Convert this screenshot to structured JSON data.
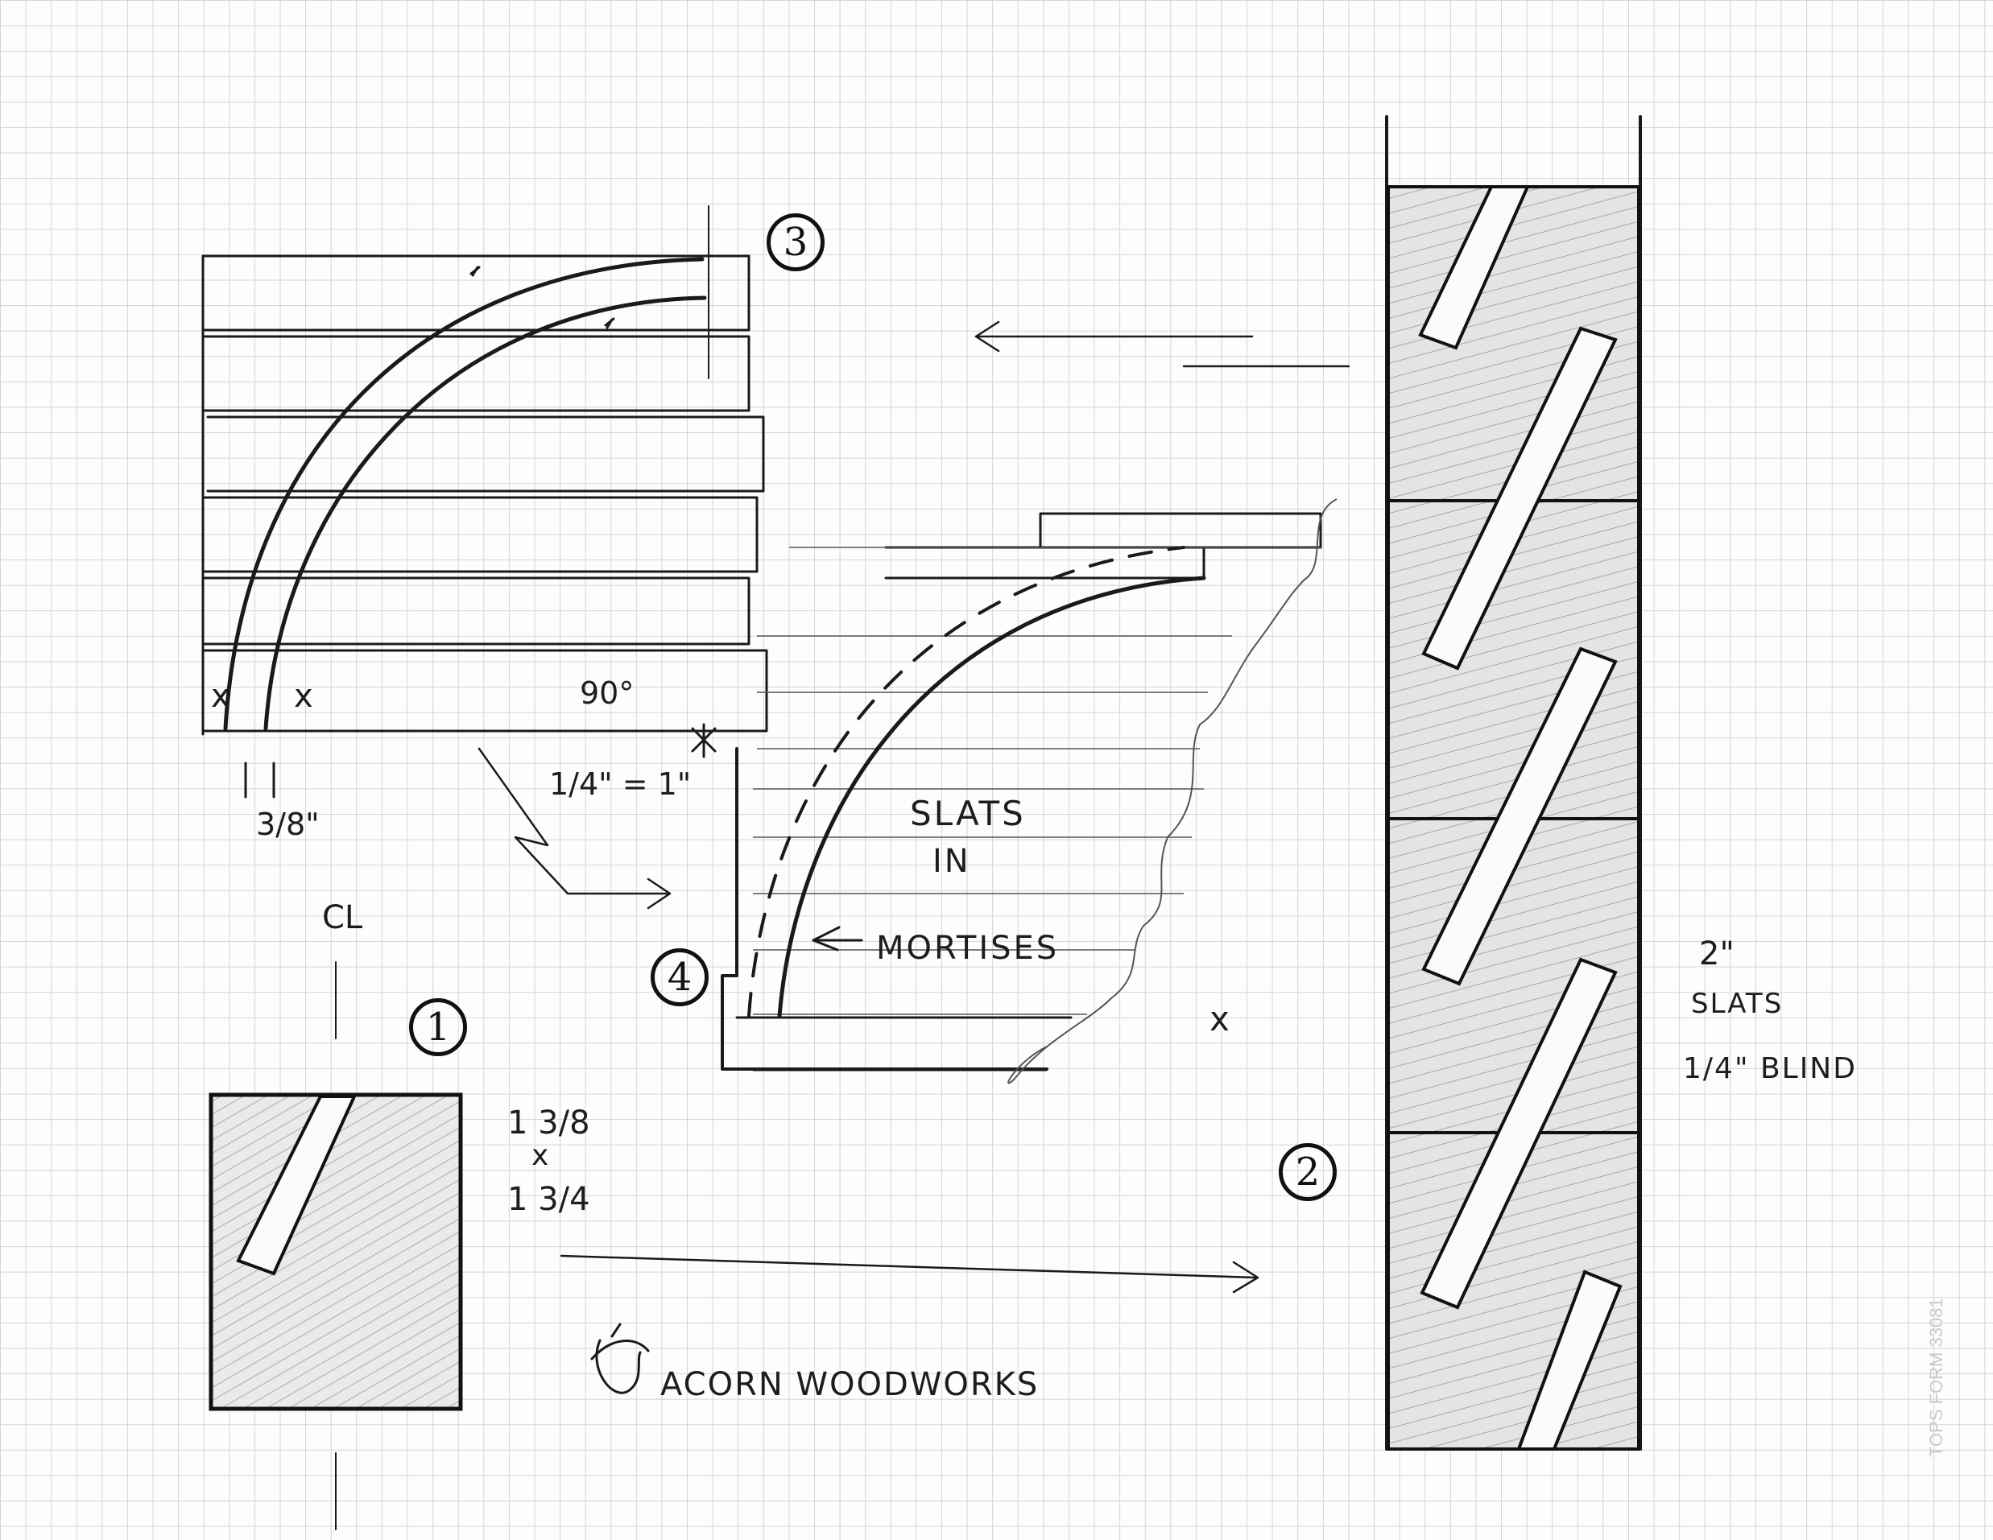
{
  "labels": {
    "circle_1": "1",
    "circle_2": "2",
    "circle_3": "3",
    "circle_4": "4",
    "angle": "90°",
    "scale": "1/4\" = 1\"",
    "slat_gap": "3/8\"",
    "slats_in": "SLATS",
    "slats_in_2": "IN",
    "slats_in_3": "MORTISES",
    "section_top": "1 3/8",
    "section_x": "x",
    "section_bottom": "1 3/4",
    "centerline": "CL",
    "right_size": "2\"",
    "right_slats": "SLATS",
    "right_blind": "1/4\" BLIND",
    "mark_x_left": "x",
    "mark_x_mid": "x",
    "mark_x_lone": "x",
    "brand": "ACORN WOODWORKS",
    "form_number": "TOPS FORM 33081"
  },
  "colors": {
    "ink": "#1a1a1a",
    "pencil_fill": "#e6e6e6",
    "grid": "#d4d4d4"
  }
}
